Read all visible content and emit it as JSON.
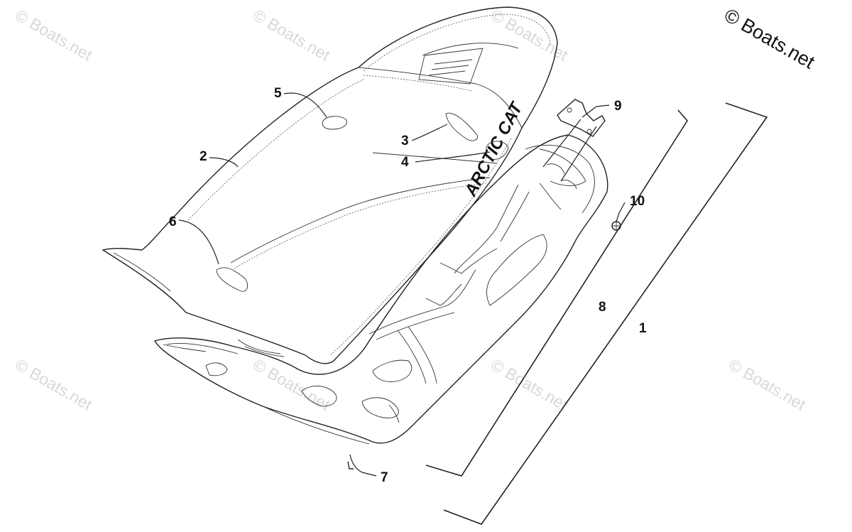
{
  "copyright": "© Boats.net",
  "watermark": "© Boats.net",
  "brand_text": "ARCTIC CAT",
  "callouts": {
    "c1": "1",
    "c2": "2",
    "c3": "3",
    "c4": "4",
    "c5": "5",
    "c6": "6",
    "c7": "7",
    "c8": "8",
    "c9": "9",
    "c10": "10"
  },
  "colors": {
    "ink": "#222222",
    "watermark": "#d8d8d8",
    "background": "#ffffff"
  }
}
